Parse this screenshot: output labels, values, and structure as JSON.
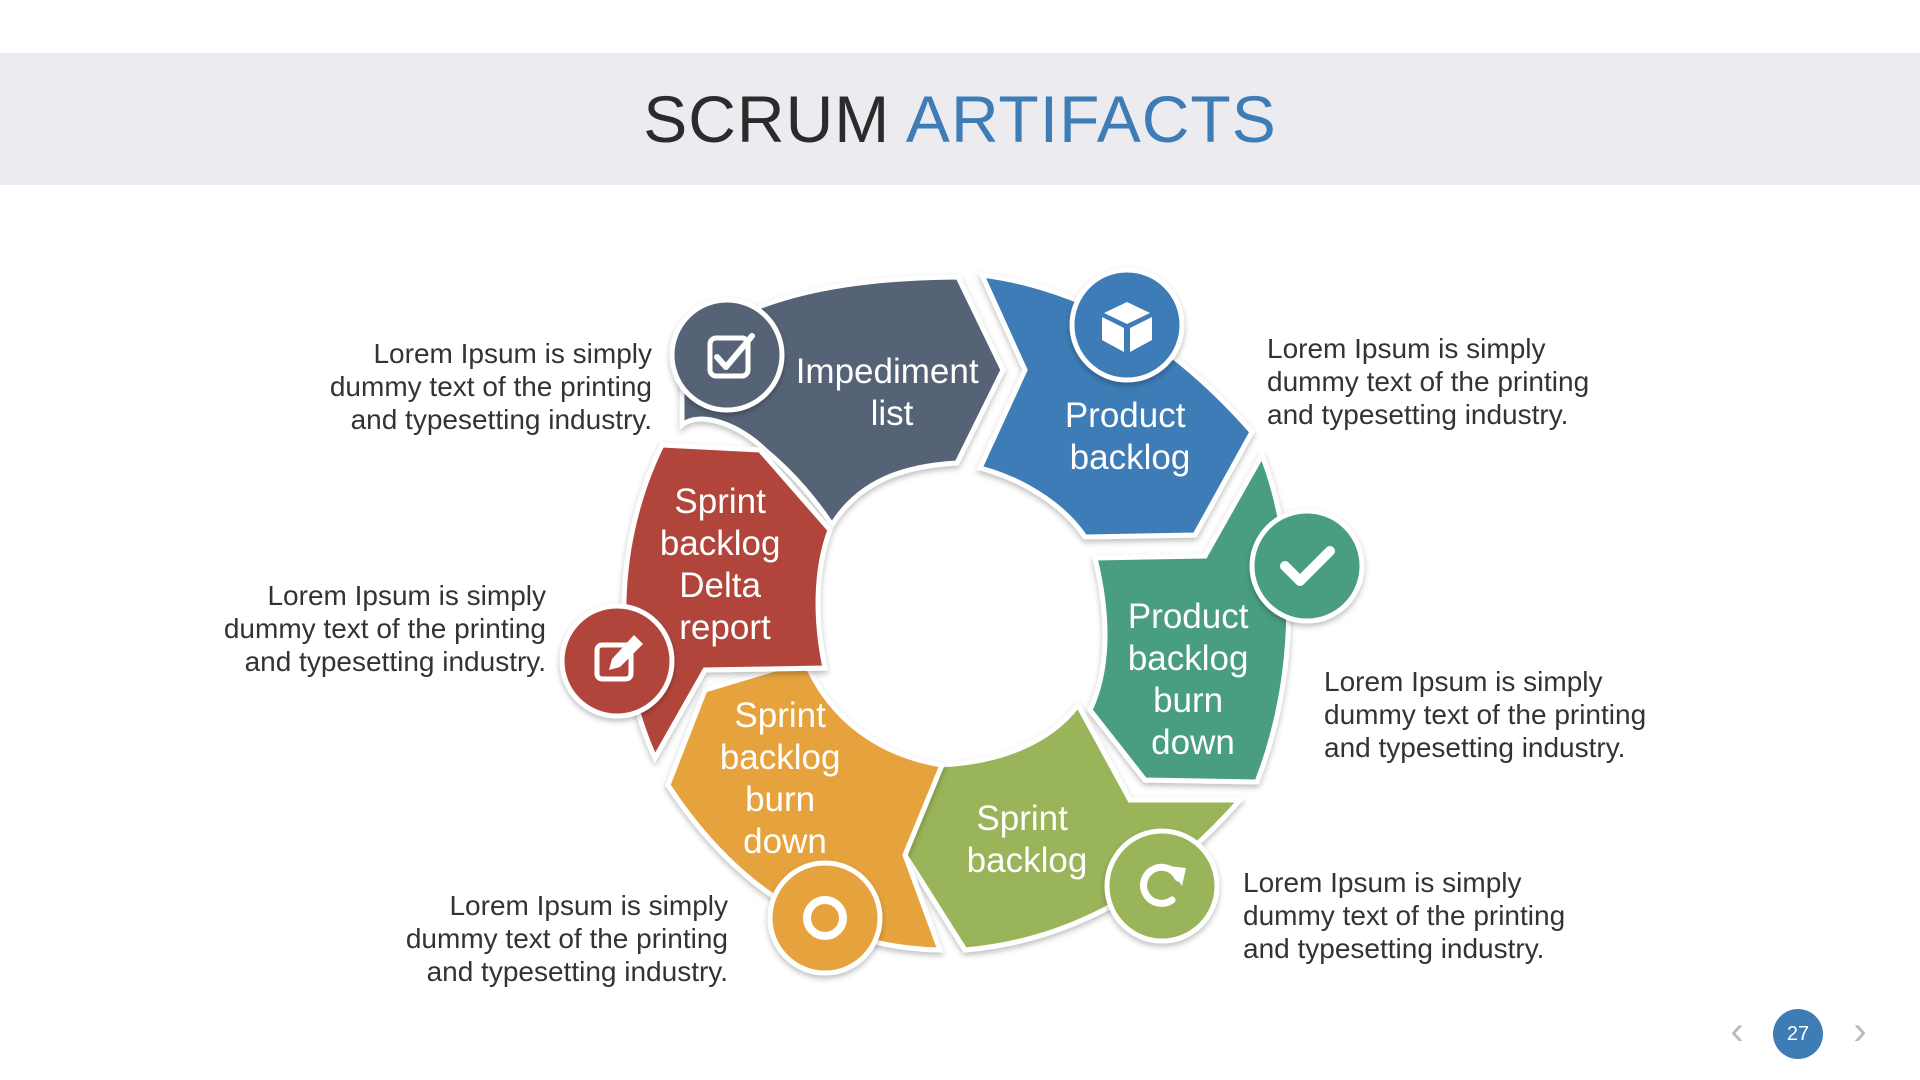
{
  "title": {
    "word1": "SCRUM",
    "word2": "ARTIFACTS"
  },
  "colors": {
    "title_dark": "#2b2b2b",
    "title_accent": "#3e7cb6",
    "band": "#ececf0",
    "impediment": "#566377",
    "product_backlog": "#3e7cb6",
    "product_burndown": "#4a9d82",
    "sprint_backlog": "#9ab45a",
    "sprint_burndown": "#e6a33c",
    "sprint_delta": "#b2443a"
  },
  "segments": [
    {
      "id": "impediment",
      "lines": [
        "Impediment",
        "list"
      ],
      "icon": "checkbox-icon"
    },
    {
      "id": "product_backlog",
      "lines": [
        "Product",
        "backlog"
      ],
      "icon": "cube-icon"
    },
    {
      "id": "product_burndown",
      "lines": [
        "Product",
        "backlog",
        "burn",
        "down"
      ],
      "icon": "check-icon"
    },
    {
      "id": "sprint_backlog",
      "lines": [
        "Sprint",
        "backlog"
      ],
      "icon": "refresh-icon"
    },
    {
      "id": "sprint_burndown",
      "lines": [
        "Sprint",
        "backlog",
        "burn",
        "down"
      ],
      "icon": "ring-icon"
    },
    {
      "id": "sprint_delta",
      "lines": [
        "Sprint",
        "backlog",
        "Delta",
        "report"
      ],
      "icon": "edit-icon"
    }
  ],
  "descriptions": [
    {
      "lines": [
        "Lorem Ipsum is simply",
        "dummy text of the printing",
        "and typesetting industry."
      ]
    },
    {
      "lines": [
        "Lorem Ipsum is simply",
        "dummy text of the printing",
        "and typesetting industry."
      ]
    },
    {
      "lines": [
        "Lorem Ipsum is simply",
        "dummy text of the printing",
        "and typesetting industry."
      ]
    },
    {
      "lines": [
        "Lorem Ipsum is simply",
        "dummy text of the printing",
        "and typesetting industry."
      ]
    },
    {
      "lines": [
        "Lorem Ipsum is simply",
        "dummy text of the printing",
        "and typesetting industry."
      ]
    },
    {
      "lines": [
        "Lorem Ipsum is simply",
        "dummy text of the printing",
        "and typesetting industry."
      ]
    }
  ],
  "pager": {
    "page": "27",
    "prev_icon": "chevron-left-icon",
    "next_icon": "chevron-right-icon"
  }
}
